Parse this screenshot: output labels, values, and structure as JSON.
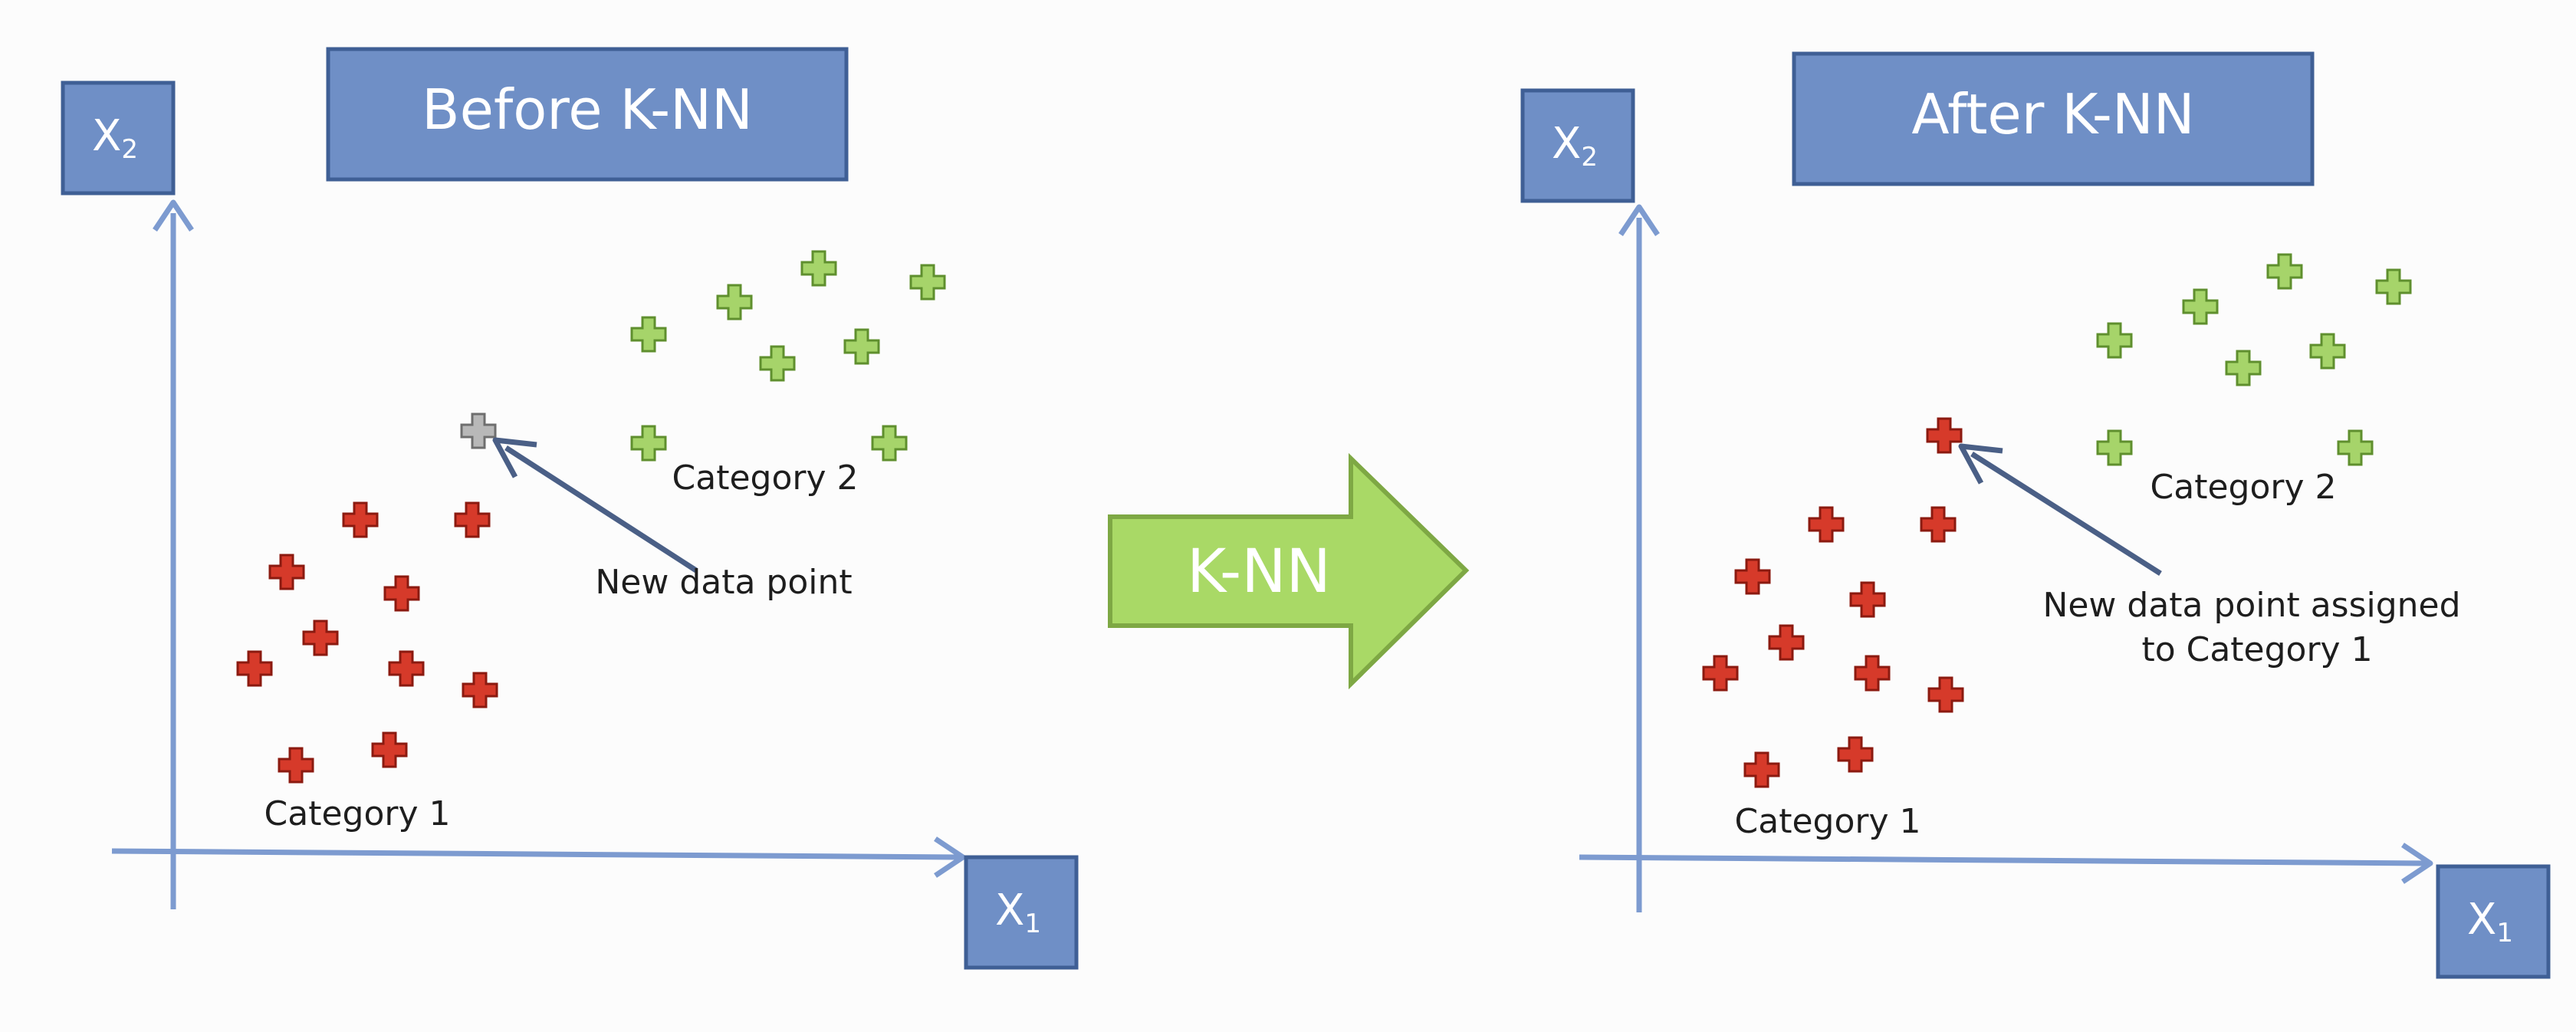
{
  "colors": {
    "panel_blue": "#6f8fc6",
    "panel_border": "#3f5f95",
    "axis_blue": "#7d9bd0",
    "pointer": "#4a5f86",
    "category1_red": "#d63a2a",
    "category1_border": "#8b1a10",
    "category2_green": "#a6d46a",
    "category2_border": "#5f8f2e",
    "new_point_gray": "#b8b8b8",
    "new_point_border": "#6e6e6e",
    "knn_green": "#a9d966",
    "knn_border": "#7ea844"
  },
  "middle": {
    "arrow_label": "K-NN"
  },
  "panels": [
    {
      "title": "Before K-NN",
      "y_axis": {
        "letter": "X",
        "sub": "2"
      },
      "x_axis": {
        "letter": "X",
        "sub": "1"
      },
      "category1_label": "Category 1",
      "category2_label": "Category 2",
      "new_point_label_lines": [
        "New data point"
      ],
      "new_point_category": "unassigned"
    },
    {
      "title": "After K-NN",
      "y_axis": {
        "letter": "X",
        "sub": "2"
      },
      "x_axis": {
        "letter": "X",
        "sub": "1"
      },
      "category1_label": "Category 1",
      "category2_label": "Category 2",
      "new_point_label_lines": [
        "New data point assigned",
        "to Category 1"
      ],
      "new_point_category": "category1"
    }
  ]
}
